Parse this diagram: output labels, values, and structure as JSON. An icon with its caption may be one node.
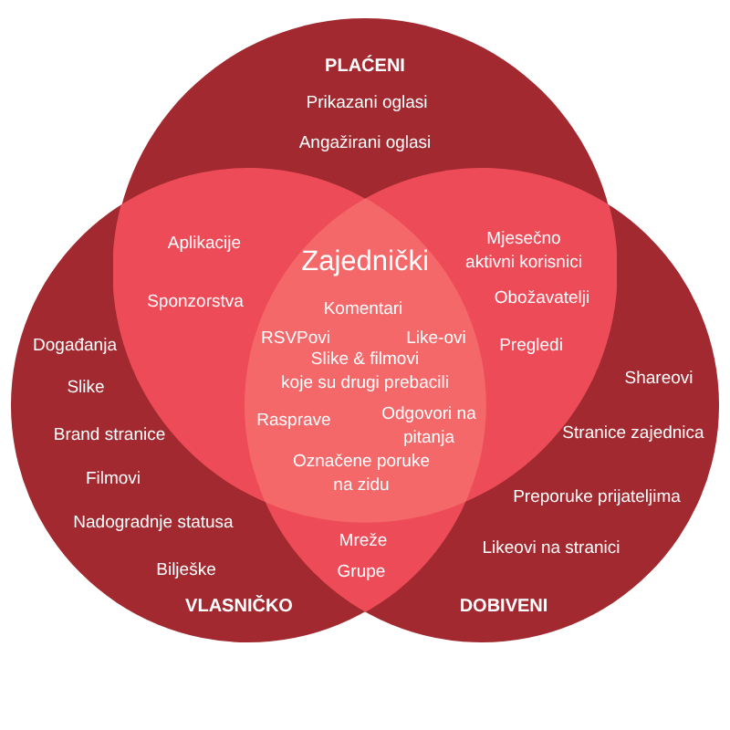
{
  "diagram": {
    "nodes": [
      {
        "text": [
          "PLAĆENI",
          "Prikazani oglasi",
          "Angažirani oglasi"
        ]
      },
      {
        "text": [
          "Događanja",
          "Slike",
          "Brand stranice",
          "Filmovi",
          "Nadogradnje statusa",
          "Bilješke",
          "VLASNIČKO"
        ]
      },
      {
        "text": [
          "Shareovi",
          "Stranice zajednica",
          "Preporuke prijateljima",
          "Likeovi na stranici",
          "DOBIVENI"
        ]
      },
      {
        "text": [
          "Aplikacije",
          "Sponzorstva"
        ]
      },
      {
        "text": [
          "Mjesečno aktivni korisnici",
          "Obožavatelji",
          "Pregledi"
        ]
      },
      {
        "text": [
          "Mreže",
          "Grupe"
        ]
      },
      {
        "text": [
          "Zajednički",
          "Komentari",
          "RSVPovi",
          "Like-ovi",
          "Slike & filmovi koje su drugi prebacili",
          "Rasprave",
          "Odgovori na pitanja",
          "Označene poruke na zidu"
        ]
      }
    ]
  }
}
